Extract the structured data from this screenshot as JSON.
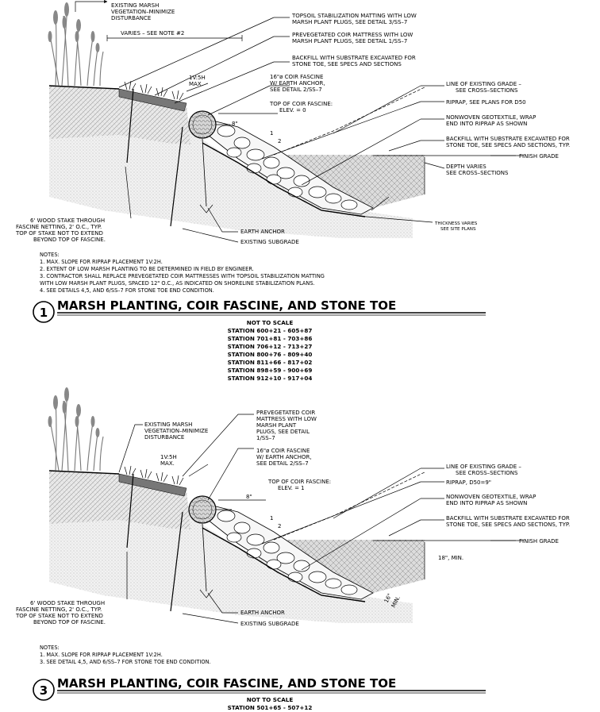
{
  "detail_1": {
    "labels": {
      "existing_marsh_1": "EXISTING MARSH",
      "existing_marsh_2": "VEGETATION–MINIMIZE",
      "existing_marsh_3": "DISTURBANCE",
      "varies": "VARIES – SEE NOTE #2",
      "topsoil_1": "TOPSOIL STABILIZATION MATTING WITH LOW",
      "topsoil_2": "MARSH PLANT PLUGS, SEE DETAIL 3/SS–7",
      "prevegetated_1": "PREVEGETATED COIR MATTRESS WITH LOW",
      "prevegetated_2": "MARSH PLANT PLUGS, SEE DETAIL 1/SS–7",
      "backfill_1": "BACKFILL WITH SUBSTRATE EXCAVATED FOR",
      "backfill_2": "STONE TOE, SEE SPECS AND SECTIONS",
      "fascine_1": "16\"ø COIR FASCINE",
      "fascine_2": "W/ EARTH ANCHOR,",
      "fascine_3": "SEE DETAIL 2/SS–7",
      "slope_1": "1V:5H",
      "slope_2": "MAX.",
      "top_fascine_1": "TOP OF COIR FASCINE:",
      "top_fascine_2": "ELEV. = 0",
      "eight_inch": "8\"",
      "dim_1a": "1",
      "dim_1b": "2",
      "grade_1": "LINE OF EXISTING GRADE –",
      "grade_2": "SEE CROSS–SECTIONS",
      "riprap": "RIPRAP, SEE PLANS FOR D50",
      "geotextile_1": "NONWOVEN GEOTEXTILE, WRAP",
      "geotextile_2": "END INTO RIPRAP AS SHOWN",
      "backfill_r_1": "BACKFILL WITH SUBSTRATE EXCAVATED FOR",
      "backfill_r_2": "STONE TOE, SEE SPECS AND SECTIONS, TYP.",
      "finish_grade": "FINISH GRADE",
      "depth_1": "DEPTH VARIES",
      "depth_2": "SEE CROSS–SECTIONS",
      "stake_1": "6' WOOD STAKE THROUGH",
      "stake_2": "FASCINE NETTING, 2' O.C., TYP.",
      "stake_3": "TOP OF STAKE NOT TO EXTEND",
      "stake_4": "BEYOND TOP OF FASCINE.",
      "earth_anchor": "EARTH ANCHOR",
      "subgrade": "EXISTING SUBGRADE",
      "thickness_1": "THICKNESS VARIES",
      "thickness_2": "SEE SITE PLANS"
    },
    "notes": [
      "NOTES:",
      "1. MAX. SLOPE FOR RIPRAP PLACEMENT 1V:2H.",
      "2. EXTENT OF LOW MARSH PLANTING TO BE DETERMINED IN FIELD BY ENGINEER.",
      "3. CONTRACTOR SHALL REPLACE PREVEGETATED COIR MATTRESSES WITH TOPSOIL STABILIZATION MATTING",
      "WITH LOW MARSH PLANT PLUGS, SPACED 12\" O.C., AS INDICATED ON SHORELINE STABILIZATION PLANS.",
      "4. SEE DETAILS 4,5, AND 6/SS–7 FOR STONE TOE END CONDITION."
    ],
    "number": "1",
    "title": "MARSH PLANTING, COIR FASCINE, AND STONE TOE",
    "scale": "NOT TO SCALE",
    "stations": [
      "STATION 600+21 - 605+87",
      "STATION 701+81 - 703+86",
      "STATION 706+12 - 713+27",
      "STATION 800+76 - 809+40",
      "STATION 811+66 - 817+02",
      "STATION 898+59 - 900+69",
      "STATION 912+10 - 917+04"
    ]
  },
  "detail_3": {
    "labels": {
      "existing_marsh_1": "EXISTING MARSH",
      "existing_marsh_2": "VEGETATION–MINIMIZE",
      "existing_marsh_3": "DISTURBANCE",
      "prevegetated_1": "PREVEGETATED COIR",
      "prevegetated_2": "MATTRESS WITH LOW",
      "prevegetated_3": "MARSH PLANT",
      "prevegetated_4": "PLUGS, SEE DETAIL",
      "prevegetated_5": "1/SS–7",
      "fascine_1": "16\"ø COIR FASCINE",
      "fascine_2": "W/ EARTH ANCHOR,",
      "fascine_3": "SEE DETAIL 2/SS–7",
      "slope_1": "1V:5H",
      "slope_2": "MAX.",
      "top_fascine_1": "TOP OF COIR FASCINE:",
      "top_fascine_2": "ELEV. = 1",
      "eight_inch": "8\"",
      "dim_1a": "1",
      "dim_1b": "2",
      "grade_1": "LINE OF EXISTING GRADE –",
      "grade_2": "SEE CROSS–SECTIONS",
      "riprap": "RIPRAP, D50=9\"",
      "geotextile_1": "NONWOVEN GEOTEXTILE, WRAP",
      "geotextile_2": "END INTO RIPRAP AS SHOWN",
      "backfill_r_1": "BACKFILL WITH SUBSTRATE EXCAVATED FOR",
      "backfill_r_2": "STONE TOE, SEE SPECS AND SECTIONS, TYP.",
      "finish_grade": "FINISH GRADE",
      "min_18": "18\", MIN.",
      "min_16a": "16\"",
      "min_16b": "MIN.",
      "stake_1": "6' WOOD STAKE THROUGH",
      "stake_2": "FASCINE NETTING, 2' O.C., TYP.",
      "stake_3": "TOP OF STAKE NOT TO EXTEND",
      "stake_4": "BEYOND TOP OF FASCINE.",
      "earth_anchor": "EARTH ANCHOR",
      "subgrade": "EXISTING SUBGRADE"
    },
    "notes": [
      "NOTES:",
      "1. MAX. SLOPE FOR RIPRAP PLACEMENT 1V:2H.",
      "3. SEE DETAIL 4,5, AND 6/SS–7 FOR STONE TOE END CONDITION."
    ],
    "number": "3",
    "title": "MARSH PLANTING, COIR FASCINE, AND STONE TOE",
    "scale": "NOT TO SCALE",
    "stations": [
      "STATION 501+65 - 507+12"
    ]
  }
}
